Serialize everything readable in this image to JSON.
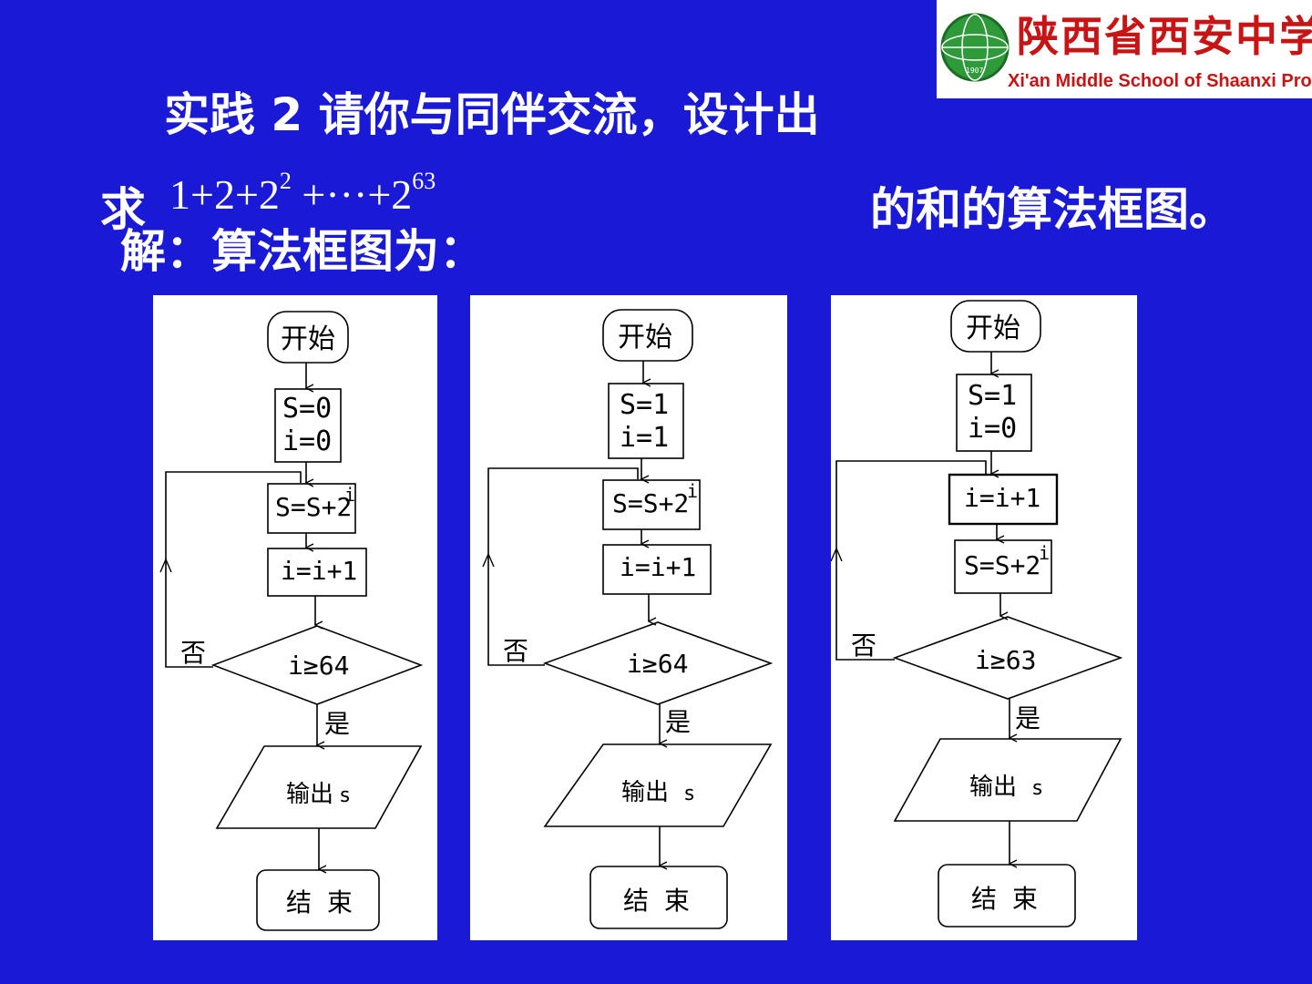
{
  "header": {
    "line1": "实践 2   请你与同伴交流，设计出",
    "line2_prefix": "求",
    "line2_suffix": "的和的算法框图。",
    "answer": "解：算法框图为："
  },
  "formula": {
    "t1": "1",
    "plus1": "+",
    "t2": "2",
    "plus2": "+",
    "t3_base": "2",
    "t3_exp": "2",
    "plus3": "+",
    "dots": "···",
    "plus4": "+",
    "t4_base": "2",
    "t4_exp": "63"
  },
  "logo": {
    "chinese": "陕西省西安中学",
    "english": "Xi'an Middle School of Shaanxi Province",
    "year": "1907",
    "color": "#c81414"
  },
  "flowcharts": [
    {
      "start": "开始",
      "init1": "S=0",
      "init2": "i=0",
      "step_a": "S=S+2",
      "step_a_exp": "i",
      "step_b": "i=i+1",
      "condition": "i≥64",
      "no_label": "否",
      "yes_label": "是",
      "output_label": "输出",
      "output_var": "s",
      "end": "结 束"
    },
    {
      "start": "开始",
      "init1": "S=1",
      "init2": "i=1",
      "step_a": "S=S+2",
      "step_a_exp": "i",
      "step_b": "i=i+1",
      "condition": "i≥64",
      "no_label": "否",
      "yes_label": "是",
      "output_label": "输出",
      "output_var": "s",
      "end": "结 束"
    },
    {
      "start": "开始",
      "init1": "S=1",
      "init2": "i=0",
      "step_a": "i=i+1",
      "step_b": "S=S+2",
      "step_b_exp": "i",
      "condition": "i≥63",
      "no_label": "否",
      "yes_label": "是",
      "output_label": "输出",
      "output_var": "s",
      "end": "结 束"
    }
  ],
  "colors": {
    "background": "#1a1ad6",
    "text": "#ffffff"
  }
}
